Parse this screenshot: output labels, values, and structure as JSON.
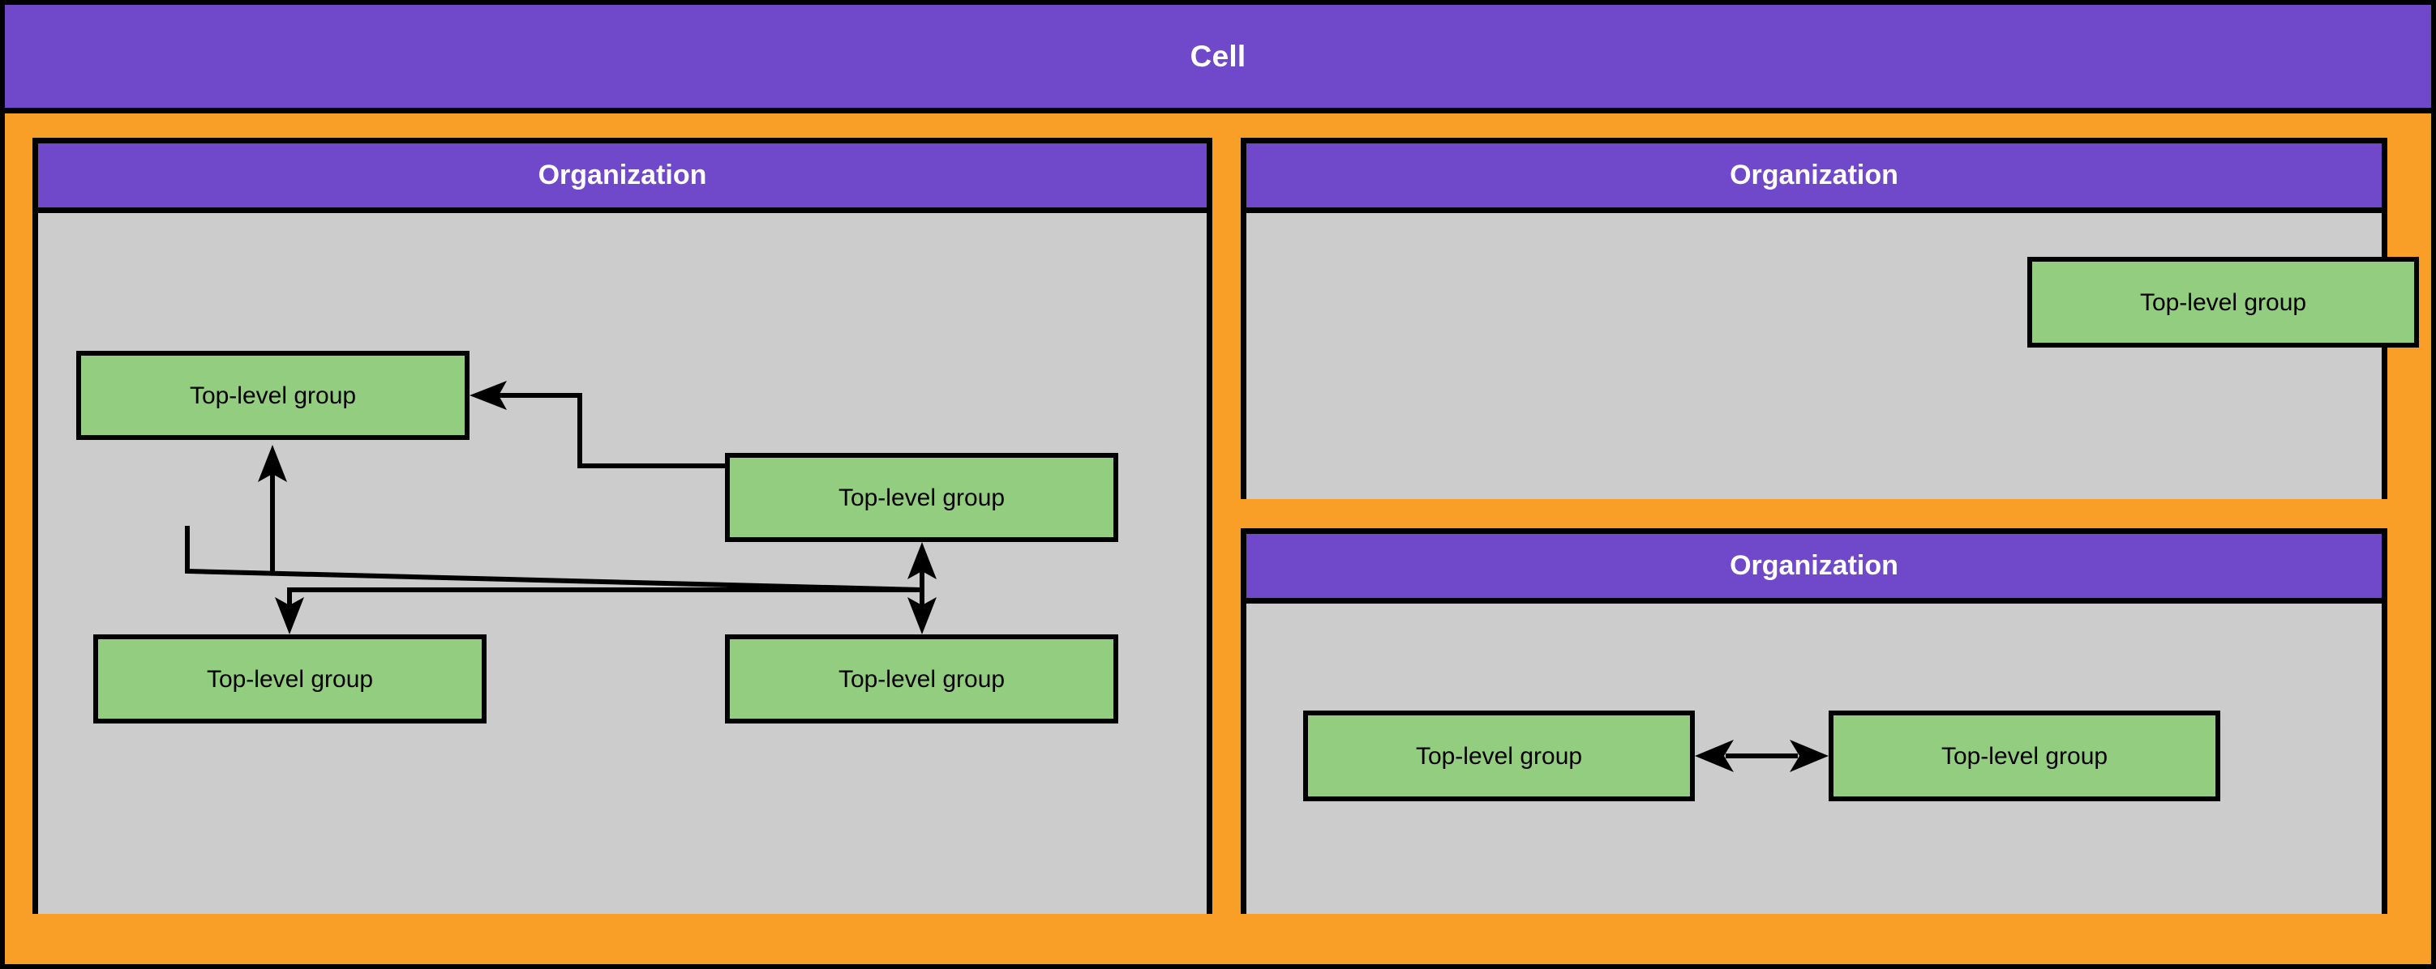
{
  "cell": {
    "title": "Cell",
    "header_color": "#6f49ca",
    "border_color": "#f99f27"
  },
  "palette": {
    "cell_band": "#f99f27",
    "org_header": "#6f49ca",
    "org_body": "#cccccc",
    "group_fill": "#93cd7f",
    "stroke": "#000000",
    "header_text": "#ffffff",
    "group_text": "#000000"
  },
  "organizations": [
    {
      "id": "org-a",
      "title": "Organization",
      "groups": [
        {
          "id": "tlg-a1",
          "label": "Top-level group"
        },
        {
          "id": "tlg-a2",
          "label": "Top-level group"
        },
        {
          "id": "tlg-a3",
          "label": "Top-level group"
        },
        {
          "id": "tlg-a4",
          "label": "Top-level group"
        }
      ],
      "connections": [
        {
          "from": "tlg-a2",
          "to": "tlg-a1",
          "type": "arrow",
          "direction": "one-way"
        },
        {
          "from": "tlg-a1",
          "to": "tlg-a4",
          "type": "arrow",
          "direction": "one-way"
        },
        {
          "from": "tlg-a4",
          "to": "tlg-a2",
          "type": "arrow",
          "direction": "one-way"
        },
        {
          "from": "tlg-a2",
          "to": "tlg-a3",
          "type": "arrow",
          "direction": "one-way"
        },
        {
          "from": "tlg-a3",
          "to": "tlg-a1",
          "type": "arrow",
          "direction": "one-way"
        }
      ]
    },
    {
      "id": "org-b",
      "title": "Organization",
      "groups": [
        {
          "id": "tlg-b1",
          "label": "Top-level group"
        }
      ],
      "connections": []
    },
    {
      "id": "org-c",
      "title": "Organization",
      "groups": [
        {
          "id": "tlg-c1",
          "label": "Top-level group"
        },
        {
          "id": "tlg-c2",
          "label": "Top-level group"
        }
      ],
      "connections": [
        {
          "from": "tlg-c1",
          "to": "tlg-c2",
          "type": "arrow",
          "direction": "bidirectional"
        }
      ]
    }
  ]
}
